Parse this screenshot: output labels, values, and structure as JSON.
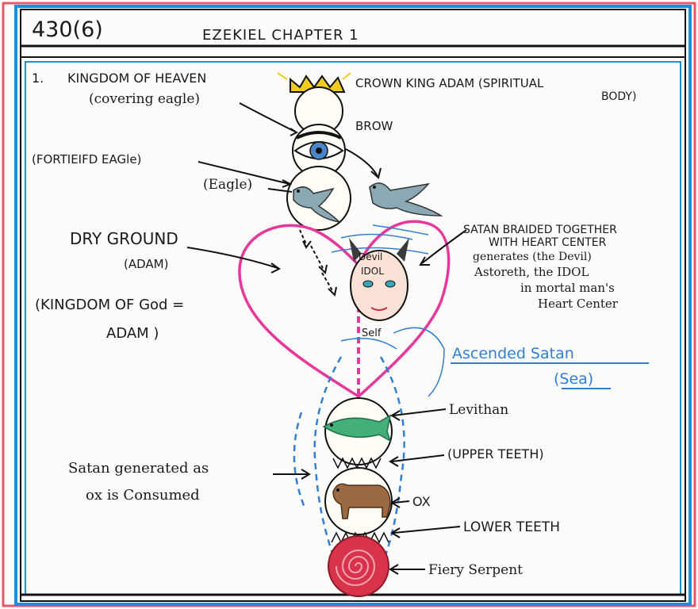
{
  "header": {
    "page_number": "430(6)",
    "title": "EZEKIEL CHAPTER 1"
  },
  "labels": {
    "item_number": "1.",
    "kingdom_of_heaven": "KINGDOM OF HEAVEN",
    "covering_eagle": "(covering eagle)",
    "crown_line1": "CROWN KING ADAM (SPIRITUAL",
    "crown_line2": "BODY)",
    "brow": "BROW",
    "fortified_eagle": "(FORTIEIFD EAGle)",
    "eagle": "(Eagle)",
    "dry_ground": "DRY GROUND",
    "adam_paren": "(ADAM)",
    "kingdom_of_god_line1": "(KINGDOM OF God =",
    "kingdom_of_god_line2": "ADAM )",
    "satan_braided_1": "SATAN BRAIDED TOGETHER",
    "satan_braided_2": "WITH HEART CENTER",
    "satan_braided_3": "generates (the Devil)",
    "satan_braided_4": "Astoreth, the IDOL",
    "satan_braided_5": "in mortal man's",
    "satan_braided_6": "Heart Center",
    "devil": "Devil",
    "idol": "IDOL",
    "self": "Self",
    "ascended_satan": "Ascended Satan",
    "sea": "(Sea)",
    "levithan": "Levithan",
    "upper_teeth": "(UPPER TEETH)",
    "satan_generated_1": "Satan generated as",
    "satan_generated_2": "ox is Consumed",
    "ox": "OX",
    "lower_teeth": "LOWER TEETH",
    "fiery_serpent": "Fiery Serpent"
  },
  "colors": {
    "heart": "#e8379b",
    "blue": "#2f7fd6",
    "crown": "#f2cc1c",
    "serpent": "#d8334a",
    "fish": "#43b07a",
    "ox": "#9b6a43",
    "frame_blue": "#1c8fd8",
    "frame_red": "#e8576e"
  }
}
